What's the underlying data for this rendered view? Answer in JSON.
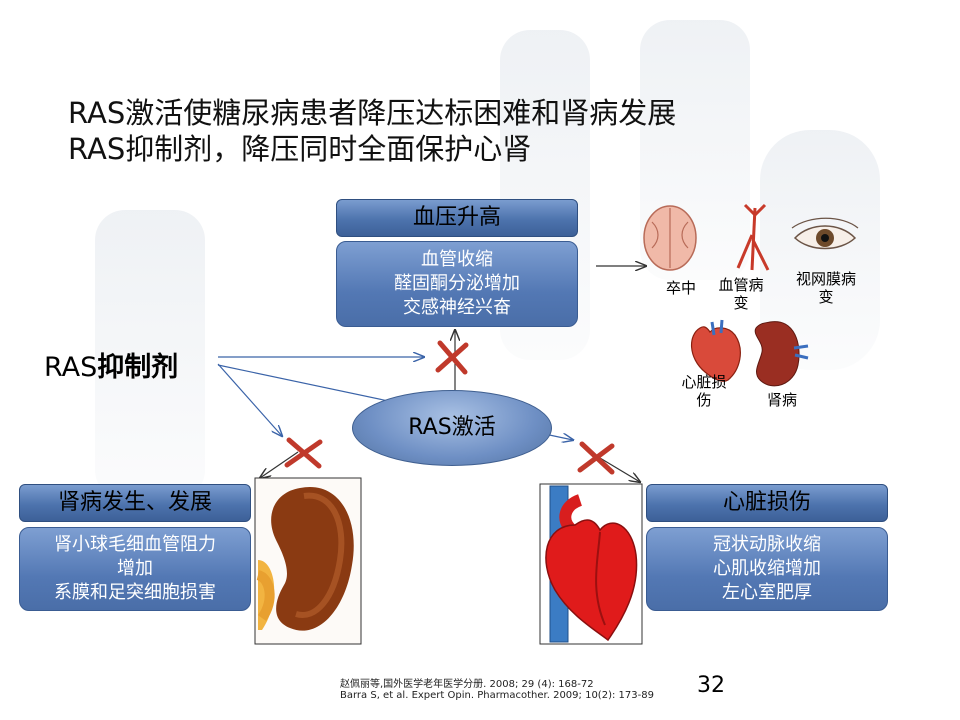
{
  "title_line1": "RAS激活使糖尿病患者降压达标困难和肾病发展",
  "title_line2": "RAS抑制剂，降压同时全面保护心肾",
  "top_box": {
    "header": "血压升高",
    "lines": [
      "血管收缩",
      "醛固酮分泌增加",
      "交感神经兴奋"
    ]
  },
  "center": "RAS激活",
  "inhibitor": {
    "prefix": "RAS",
    "bold": "抑制剂"
  },
  "kidney_box": {
    "header": "肾病发生、发展",
    "lines": [
      "肾小球毛细血管阻力",
      "增加",
      "系膜和足突细胞损害"
    ]
  },
  "heart_box": {
    "header": "心脏损伤",
    "lines": [
      "冠状动脉收缩",
      "心肌收缩增加",
      "左心室肥厚"
    ]
  },
  "organs": {
    "stroke": "卒中",
    "vascular": [
      "血管病",
      "变"
    ],
    "retina": [
      "视网膜病",
      "变"
    ],
    "heart": [
      "心脏损",
      "伤"
    ],
    "nephropathy": "肾病"
  },
  "references": [
    "赵佩丽等,国外医学老年医学分册. 2008; 29 (4): 168-72",
    "Barra S, et al. Expert Opin. Pharmacother. 2009; 10(2): 173-89"
  ],
  "page_number": "32",
  "colors": {
    "box_blue": "#5378b4",
    "cross_red": "#c0392b"
  }
}
